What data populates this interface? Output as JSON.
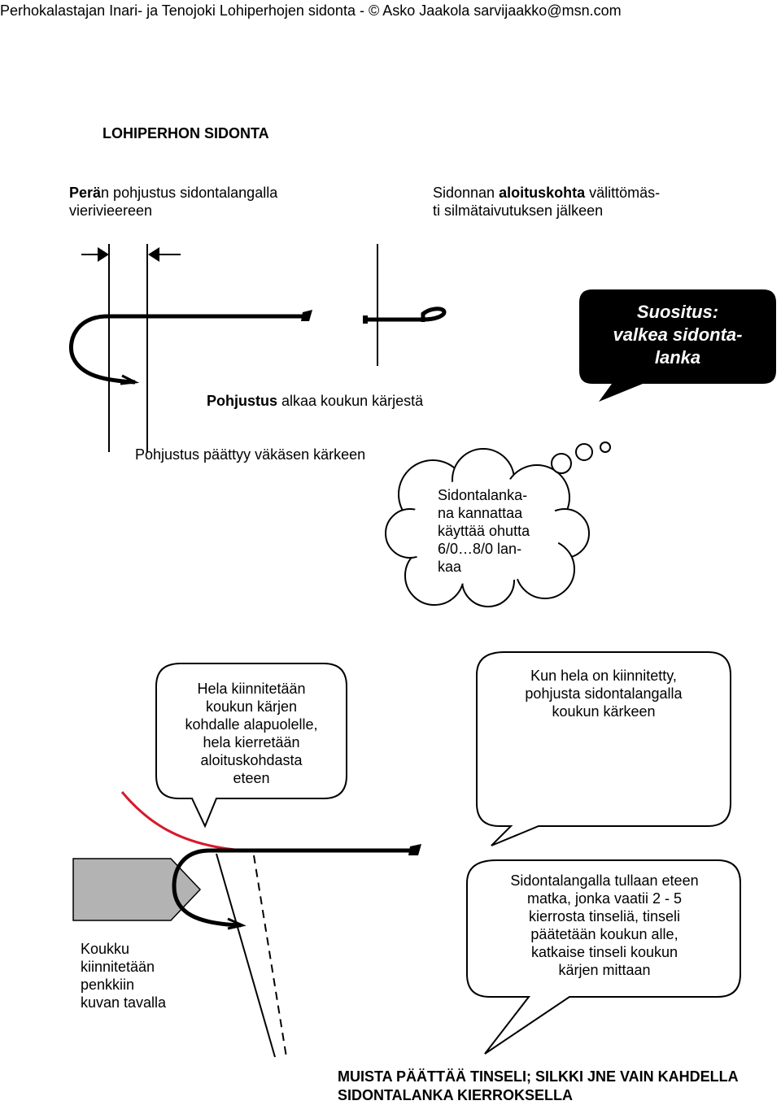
{
  "header": {
    "text": "Perhokalastajan Inari- ja Tenojoki Lohiperhojen sidonta - © Asko Jaakola sarvijaakko@msn.com"
  },
  "title": "LOHIPERHON SIDONTA",
  "labels": {
    "peran_bold": "Perä",
    "peran_rest": "n pohjustus sidontalangalla",
    "peran_line2": "vierivieereen",
    "aloitus_pre": "Sidonnan ",
    "aloitus_bold": "aloituskohta",
    "aloitus_post": " välittömäs-",
    "aloitus_line2": "ti silmätaivutuksen jälkeen",
    "pohjustus_alkaa_bold": "Pohjustus",
    "pohjustus_alkaa_rest": " alkaa koukun kärjestä",
    "pohjustus_paattyy": "Pohjustus päättyy väkäsen kärkeen"
  },
  "callouts": {
    "suositus": [
      "Suositus:",
      "valkea sidonta-",
      "lanka"
    ],
    "thought": [
      "Sidontalanka-",
      "na kannattaa",
      "käyttää ohutta",
      "6/0…8/0 lan-",
      "kaa"
    ],
    "hela": [
      "Hela kiinnitetään",
      "koukun kärjen",
      "kohdalle alapuolelle,",
      "hela kierretään",
      "aloituskohdasta",
      "eteen"
    ],
    "kun_hela": [
      "Kun hela on kiinnitetty,",
      "pohjusta sidontalangalla",
      "koukun kärkeen"
    ],
    "sidontalangalla": [
      "Sidontalangalla tullaan eteen",
      "matka, jonka vaatii 2 - 5",
      "kierrosta tinseliä, tinseli",
      "päätetään koukun alle,",
      "katkaise tinseli koukun",
      "kärjen mittaan"
    ]
  },
  "koukku": [
    "Koukku",
    "kiinnitetään",
    "penkkiin",
    "kuvan tavalla"
  ],
  "footer": [
    "MUISTA PÄÄTTÄÄ TINSELI; SILKKI JNE VAIN KAHDELLA",
    "SIDONTALANKA KIERROKSELLA"
  ],
  "colors": {
    "tinsel": "#d8192c",
    "vise": "#b3b3b3",
    "ink": "#000000"
  }
}
